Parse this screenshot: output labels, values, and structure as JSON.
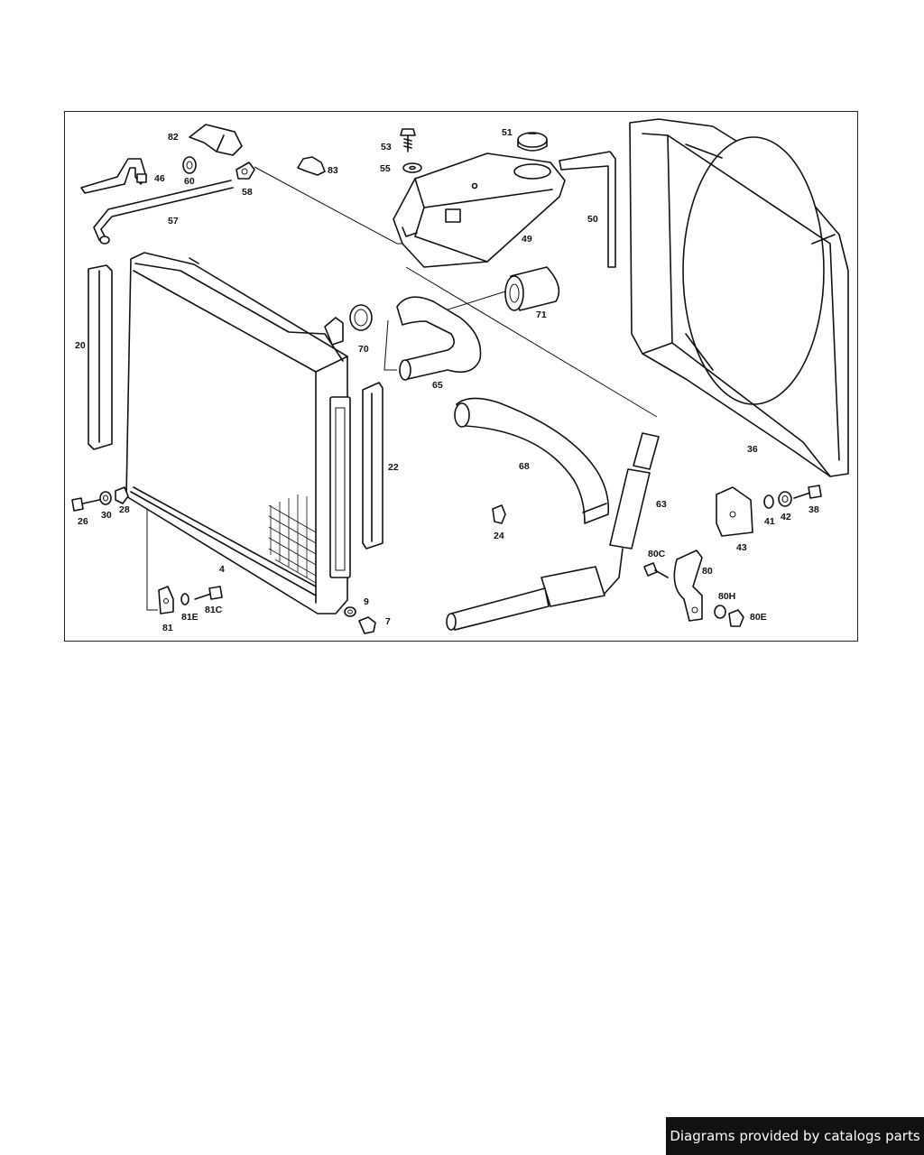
{
  "footer": {
    "text": "Diagrams provided by catalogs parts"
  },
  "parts": {
    "p82": "82",
    "p46": "46",
    "p60": "60",
    "p58": "58",
    "p57": "57",
    "p83": "83",
    "p53": "53",
    "p55": "55",
    "p51": "51",
    "p49": "49",
    "p50": "50",
    "p20": "20",
    "p70": "70",
    "p71": "71",
    "p65": "65",
    "p68": "68",
    "p22": "22",
    "p36": "36",
    "p63": "63",
    "p24": "24",
    "p26": "26",
    "p30": "30",
    "p28": "28",
    "p4": "4",
    "p81": "81",
    "p81E": "81E",
    "p81C": "81C",
    "p9": "9",
    "p7": "7",
    "p80C": "80C",
    "p80": "80",
    "p80H": "80H",
    "p80E": "80E",
    "p43": "43",
    "p41": "41",
    "p42": "42",
    "p38": "38"
  }
}
